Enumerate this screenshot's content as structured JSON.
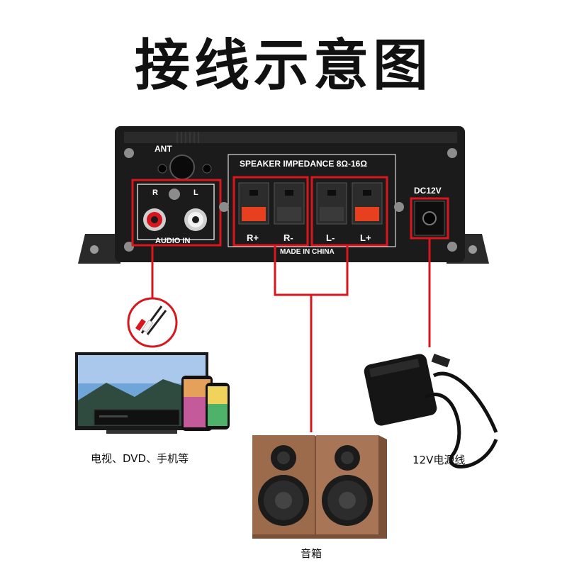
{
  "title": "接线示意图",
  "amplifier": {
    "ant_label": "ANT",
    "audio_in_label": "AUDIO IN",
    "ch_r": "R",
    "ch_l": "L",
    "speaker_impedance": "SPEAKER IMPEDANCE 8Ω-16Ω",
    "terminals": [
      "R+",
      "R-",
      "L-",
      "L+"
    ],
    "made_in": "MADE IN CHINA",
    "dc_label": "DC12V"
  },
  "captions": {
    "sources": "电视、DVD、手机等",
    "power": "12V电源线",
    "speakers": "音箱"
  },
  "colors": {
    "connector_red": "#d7171d",
    "amp_body": "#1b1b1b",
    "speaker_wood": "#9c6b4c"
  }
}
